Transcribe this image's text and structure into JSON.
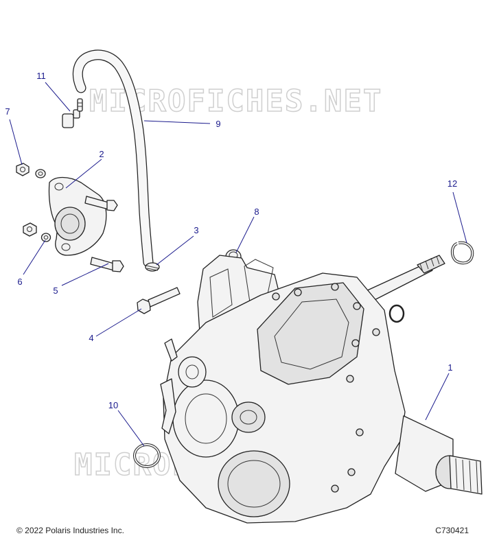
{
  "watermark": "MICROFICHES.NET",
  "callouts": {
    "c1": "1",
    "c2": "2",
    "c3": "3",
    "c4": "4",
    "c5": "5",
    "c6": "6",
    "c7": "7",
    "c8": "8",
    "c9": "9",
    "c10": "10",
    "c11": "11",
    "c12": "12"
  },
  "footer": {
    "copyright": "© 2022 Polaris Industries Inc.",
    "figure_code": "C730421"
  },
  "colors": {
    "callout": "#1a1a8c",
    "line": "#222222",
    "watermark": "#cfcfcf"
  }
}
